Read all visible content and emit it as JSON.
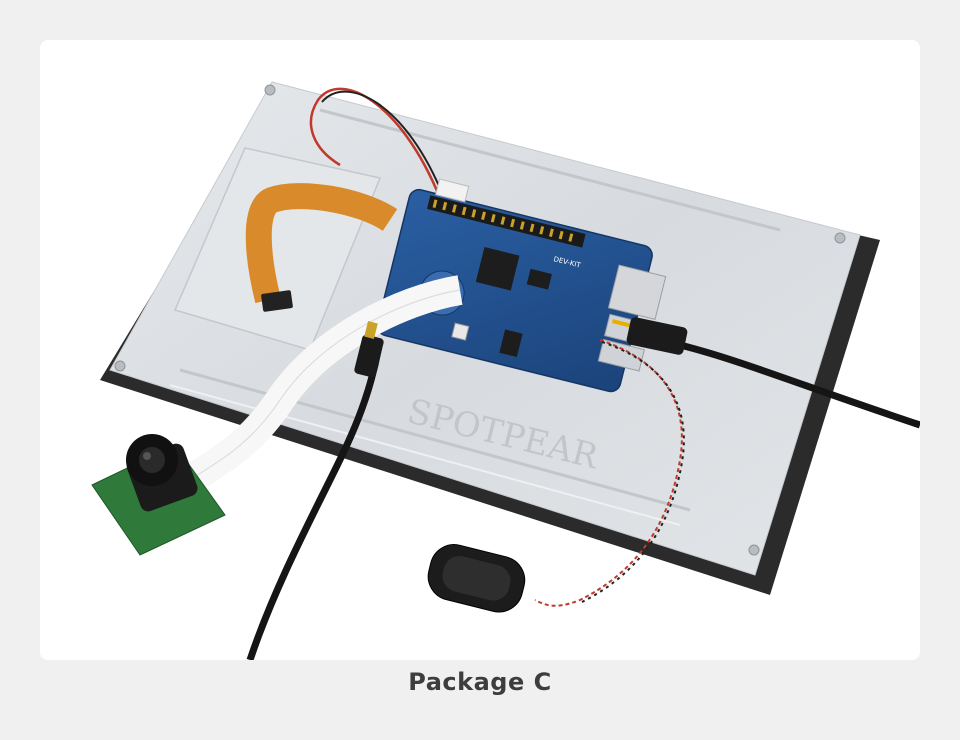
{
  "caption": "Package C",
  "watermark": "SPOTPEAR",
  "board_label": "DEV-KIT",
  "colors": {
    "page_background": "#f0f0f0",
    "card_background": "#ffffff",
    "caption_text": "#3d3d3d",
    "panel_metal": "#dcdfe3",
    "panel_back": "#2b2b2b",
    "pcb_blue": "#1f4e8c",
    "camera_pcb": "#2f7a3a",
    "flex_cable": "#d98a2b",
    "ribbon_cable": "#f7f7f7"
  }
}
